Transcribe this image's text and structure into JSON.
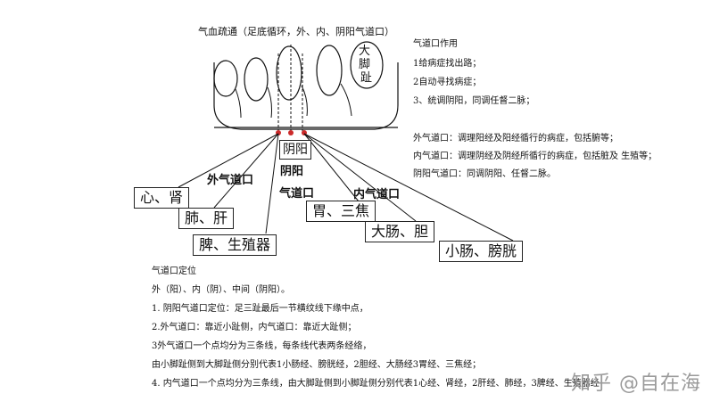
{
  "diagram": {
    "title": "气血疏通（足底循环，外、内、阴阳气道口）",
    "big_toe_label": [
      "大",
      "脚",
      "趾"
    ],
    "bold_labels": {
      "outer": "外气道口",
      "yinyang": "阴阳",
      "middle": "气道口",
      "inner": "内气道口"
    },
    "boxes": {
      "yinyang": "阴阳",
      "heart": "心、肾",
      "lung": "肺、肝",
      "spleen": "脾、生殖器",
      "stomach": "胃、三焦",
      "colon": "大肠、胆",
      "small": "小肠、膀胱"
    }
  },
  "notes_right": {
    "heading": "气道口作用",
    "lines": [
      "1给病症找出路；",
      "2自动寻找病症；",
      "3、统调阴阳，同调任督二脉；",
      "外气道口：调理阳经及阳经循行的病症，包括腑等；",
      "内气道口：调理阴经及阴经所循行的病症，包括脏及 生殖等；",
      "阴阳气道口：同调阴阳、任督二脉。"
    ]
  },
  "notes_bottom": {
    "heading": "气道口定位",
    "lines": [
      "外（阳）、内（阴）、中间（阴阳）。",
      "1. 阴阳气道口定位：足三趾最后一节横纹线下缘中点，",
      "2.外气道口：靠近小趾侧，内气道口：靠近大趾侧；",
      "3外气道口一个点均分为三条线，每条线代表两条经络，",
      "由小脚趾侧到大脚趾侧分别代表1小肠经、膀胱经，2胆经、大肠经3胃经、三焦经；",
      "4. 内气道口一个点均分为三条线，由大脚趾侧到小脚趾侧分别代表1心经、肾经，2肝经、肺经，3脾经、生殖器经"
    ]
  },
  "watermark": "知乎 @自在海"
}
